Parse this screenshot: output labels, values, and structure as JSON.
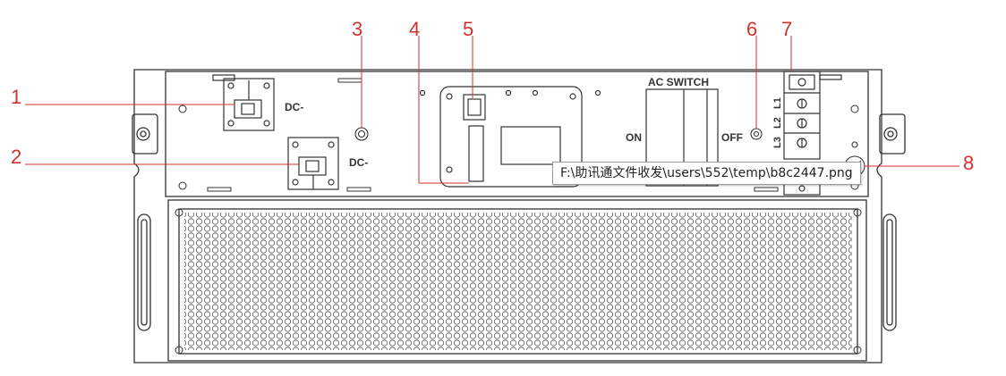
{
  "callouts": [
    "1",
    "2",
    "3",
    "4",
    "5",
    "6",
    "7",
    "8"
  ],
  "labels": {
    "dc_top": "DC-",
    "dc_bottom": "DC-",
    "ac_switch": "AC SWITCH",
    "on": "ON",
    "off": "OFF",
    "phase_l1": "L1",
    "phase_l2": "L2",
    "phase_l3": "L3"
  },
  "tooltip": "F:\\助讯通文件收发\\users\\552\\temp\\b8c2447.png",
  "colors": {
    "callout": "#d0332e",
    "line": "#333333",
    "paper": "#ffffff"
  }
}
